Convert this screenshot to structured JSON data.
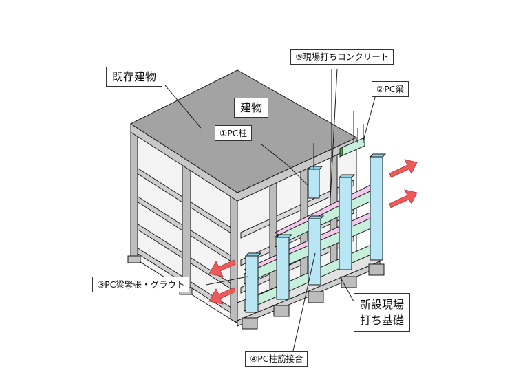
{
  "labels": {
    "existing_building": "既存建物",
    "building": "建物",
    "pc_column": "①PC柱",
    "pc_beam": "②PC梁",
    "pc_beam_tension": "③PC梁緊張・グラウト",
    "pc_column_rebar": "④PC柱筋接合",
    "cast_in_place_concrete": "⑤現場打ちコンクリート",
    "new_foundation": [
      "新設現場",
      "打ち基礎"
    ]
  },
  "colors": {
    "roof": "#a3a3a3",
    "frame_front": "#bdbdbd",
    "frame_side": "#cfcfcf",
    "slab_edge": "#d9d9d9",
    "pc_column": "#b9e6f5",
    "pc_beam": "#c6f0dc",
    "pc_beam_pink": "#f3c8ea",
    "foundation": "#e2e2e2",
    "arrow": "#ee5a5a",
    "outline": "#1a1a1a"
  },
  "icons": [
    "arrow-right-icon"
  ]
}
